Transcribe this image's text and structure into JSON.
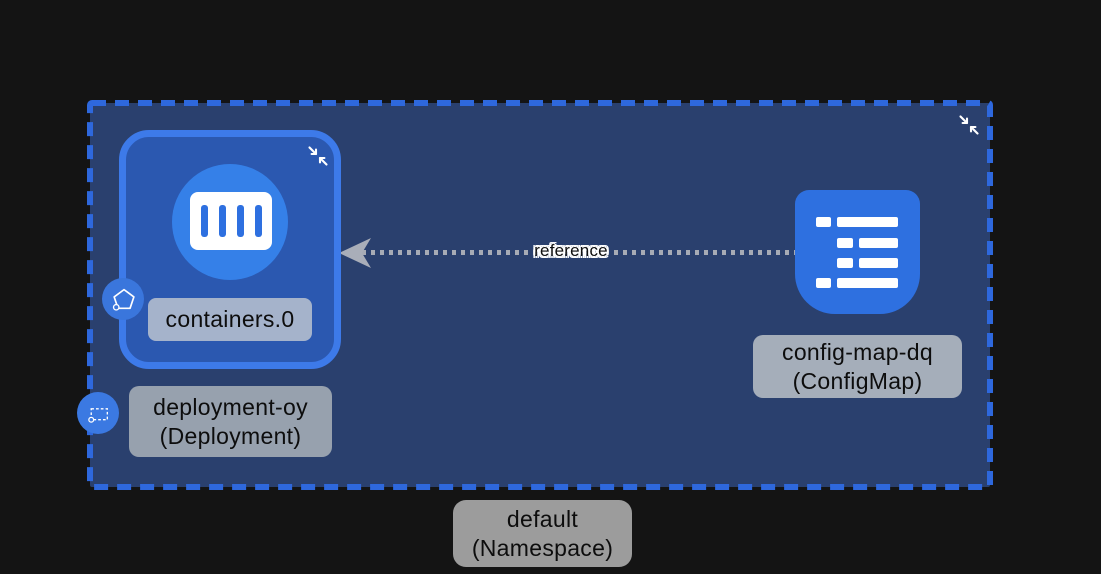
{
  "colors": {
    "canvas_bg": "#141414",
    "namespace_fill": "#2a406e",
    "namespace_border": "#2e68dd",
    "deployment_fill": "#2b58b0",
    "deployment_border": "#3d7ae9",
    "pod_circle_blue": "#3580e8",
    "configmap_blue": "#2e70e0",
    "badge_blue": "#3a76dc",
    "edge_gray": "#a7abb5",
    "container_label_bg": "#a5b3cb",
    "deployment_label_bg": "#97a1ae",
    "configmap_label_bg": "#a5aeba",
    "namespace_label_bg": "#9c9c9c"
  },
  "nodes": {
    "namespace": {
      "name": "default",
      "kind": "(Namespace)"
    },
    "deployment": {
      "name": "deployment-oy",
      "kind": "(Deployment)"
    },
    "container": {
      "label": "containers.0"
    },
    "configmap": {
      "name": "config-map-dq",
      "kind": "(ConfigMap)"
    }
  },
  "edge": {
    "label": "reference"
  },
  "icons": {
    "collapse": "collapse-arrows-icon",
    "pod_badge": "pentagon-pod-icon",
    "namespace_badge": "dashed-rect-namespace-icon",
    "container_glyph": "container-bars-icon",
    "configmap_glyph": "configmap-list-icon"
  }
}
